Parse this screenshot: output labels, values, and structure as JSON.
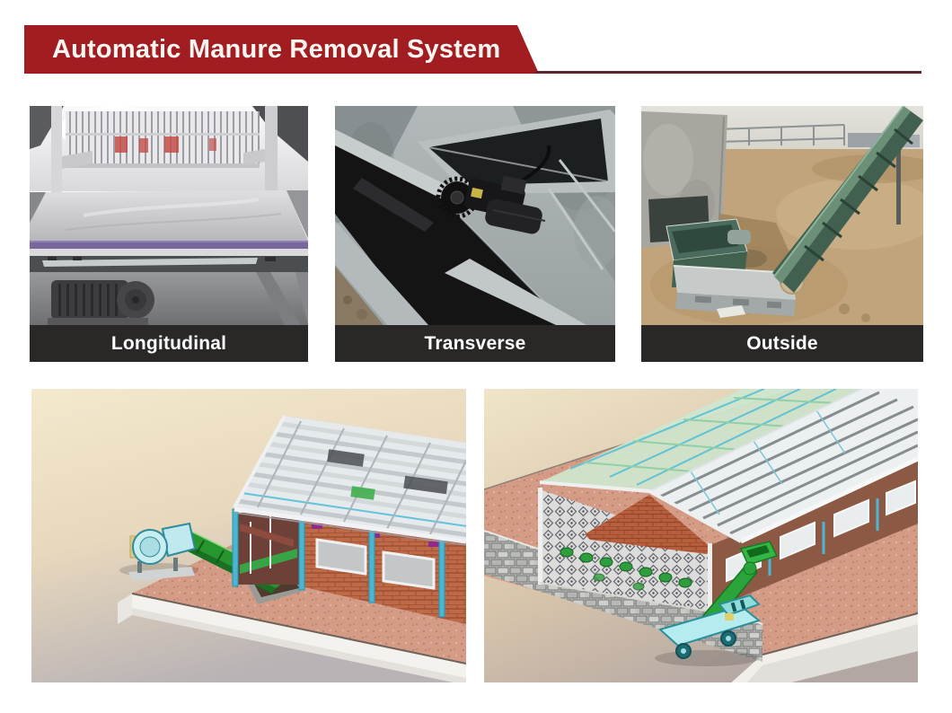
{
  "header": {
    "title": "Automatic Manure Removal System",
    "banner_color": "#a11d21",
    "underline_color": "#5c2630",
    "text_color": "#fdf6f1"
  },
  "gallery": {
    "caption_bg": "#2a2827",
    "caption_text_color": "#ffffff",
    "items": [
      {
        "id": "longitudinal",
        "label": "Longitudinal",
        "alt": "Longitudinal manure belt inside layer cage house"
      },
      {
        "id": "transverse",
        "label": "Transverse",
        "alt": "Transverse manure belt conveyor with gear motor"
      },
      {
        "id": "outside",
        "label": "Outside",
        "alt": "Inclined outside manure conveyor rising from pit"
      }
    ]
  },
  "renders": {
    "items": [
      {
        "id": "render-house-side",
        "alt": "3D render: poultry house side view with inclined manure conveyor and pit"
      },
      {
        "id": "render-house-gable",
        "alt": "3D render: poultry house gable end with lattice wall and manure conveyor cart"
      }
    ]
  },
  "palette": {
    "banner_red": "#a11d21",
    "caption_dark": "#2a2827",
    "belt_purple": "#77679d",
    "conveyor_green": "#2aa33b",
    "machine_teal": "#bfe9ee",
    "slab_pink": "#d49c86",
    "brick_orange": "#bf6a47",
    "frame_cyan": "#49b6d2"
  }
}
